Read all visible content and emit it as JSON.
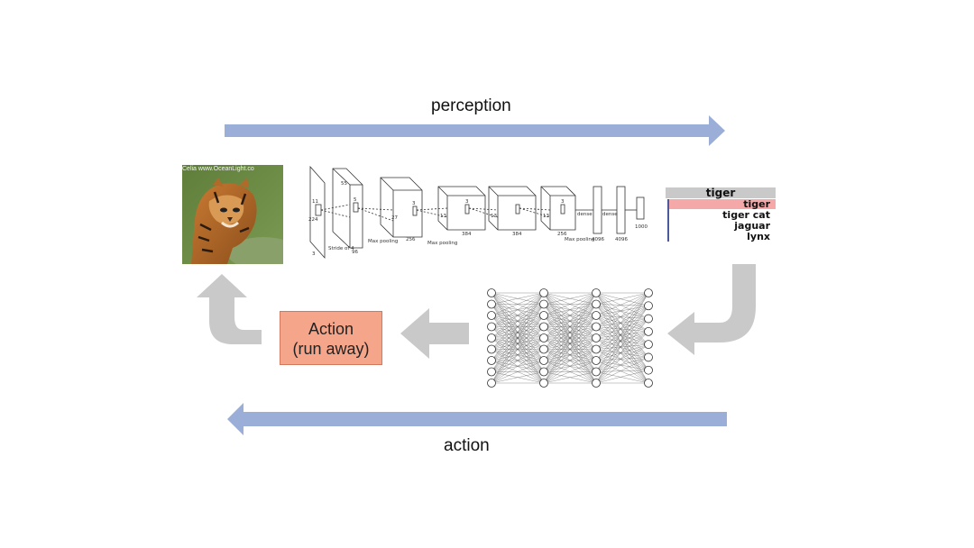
{
  "labels": {
    "perception": "perception",
    "action": "action"
  },
  "photo": {
    "watermark": "Celia www.OceanLight.co"
  },
  "cnn": {
    "block_sizes": [
      "224",
      "55",
      "27",
      "13",
      "13",
      "13"
    ],
    "kernel_labels": [
      "11",
      "5",
      "3",
      "3",
      "3"
    ],
    "channel_labels": [
      "3",
      "96",
      "256",
      "384",
      "384",
      "256"
    ],
    "dense_sizes": [
      "4096",
      "4096",
      "1000"
    ],
    "dense_labels": [
      "dense",
      "dense"
    ],
    "notes": {
      "stride": "Stride of 4",
      "pool1": "Max pooling",
      "pool2": "Max pooling",
      "pool3": "Max pooling"
    }
  },
  "predictions": {
    "header": "tiger",
    "items": [
      "tiger",
      "tiger cat",
      "jaguar",
      "lynx"
    ],
    "bar_fractions": [
      0.95,
      0.04,
      0.01,
      0.005
    ]
  },
  "action_box": {
    "line1": "Action",
    "line2": "(run away)"
  },
  "neural_net": {
    "layer_sizes": [
      9,
      9,
      9,
      8
    ]
  },
  "colors": {
    "flow_arrow": "#9aaed8",
    "return_arrow": "#c9c9c9",
    "action_fill": "#f5a58a",
    "pred_highlight": "#f4a8a8"
  }
}
